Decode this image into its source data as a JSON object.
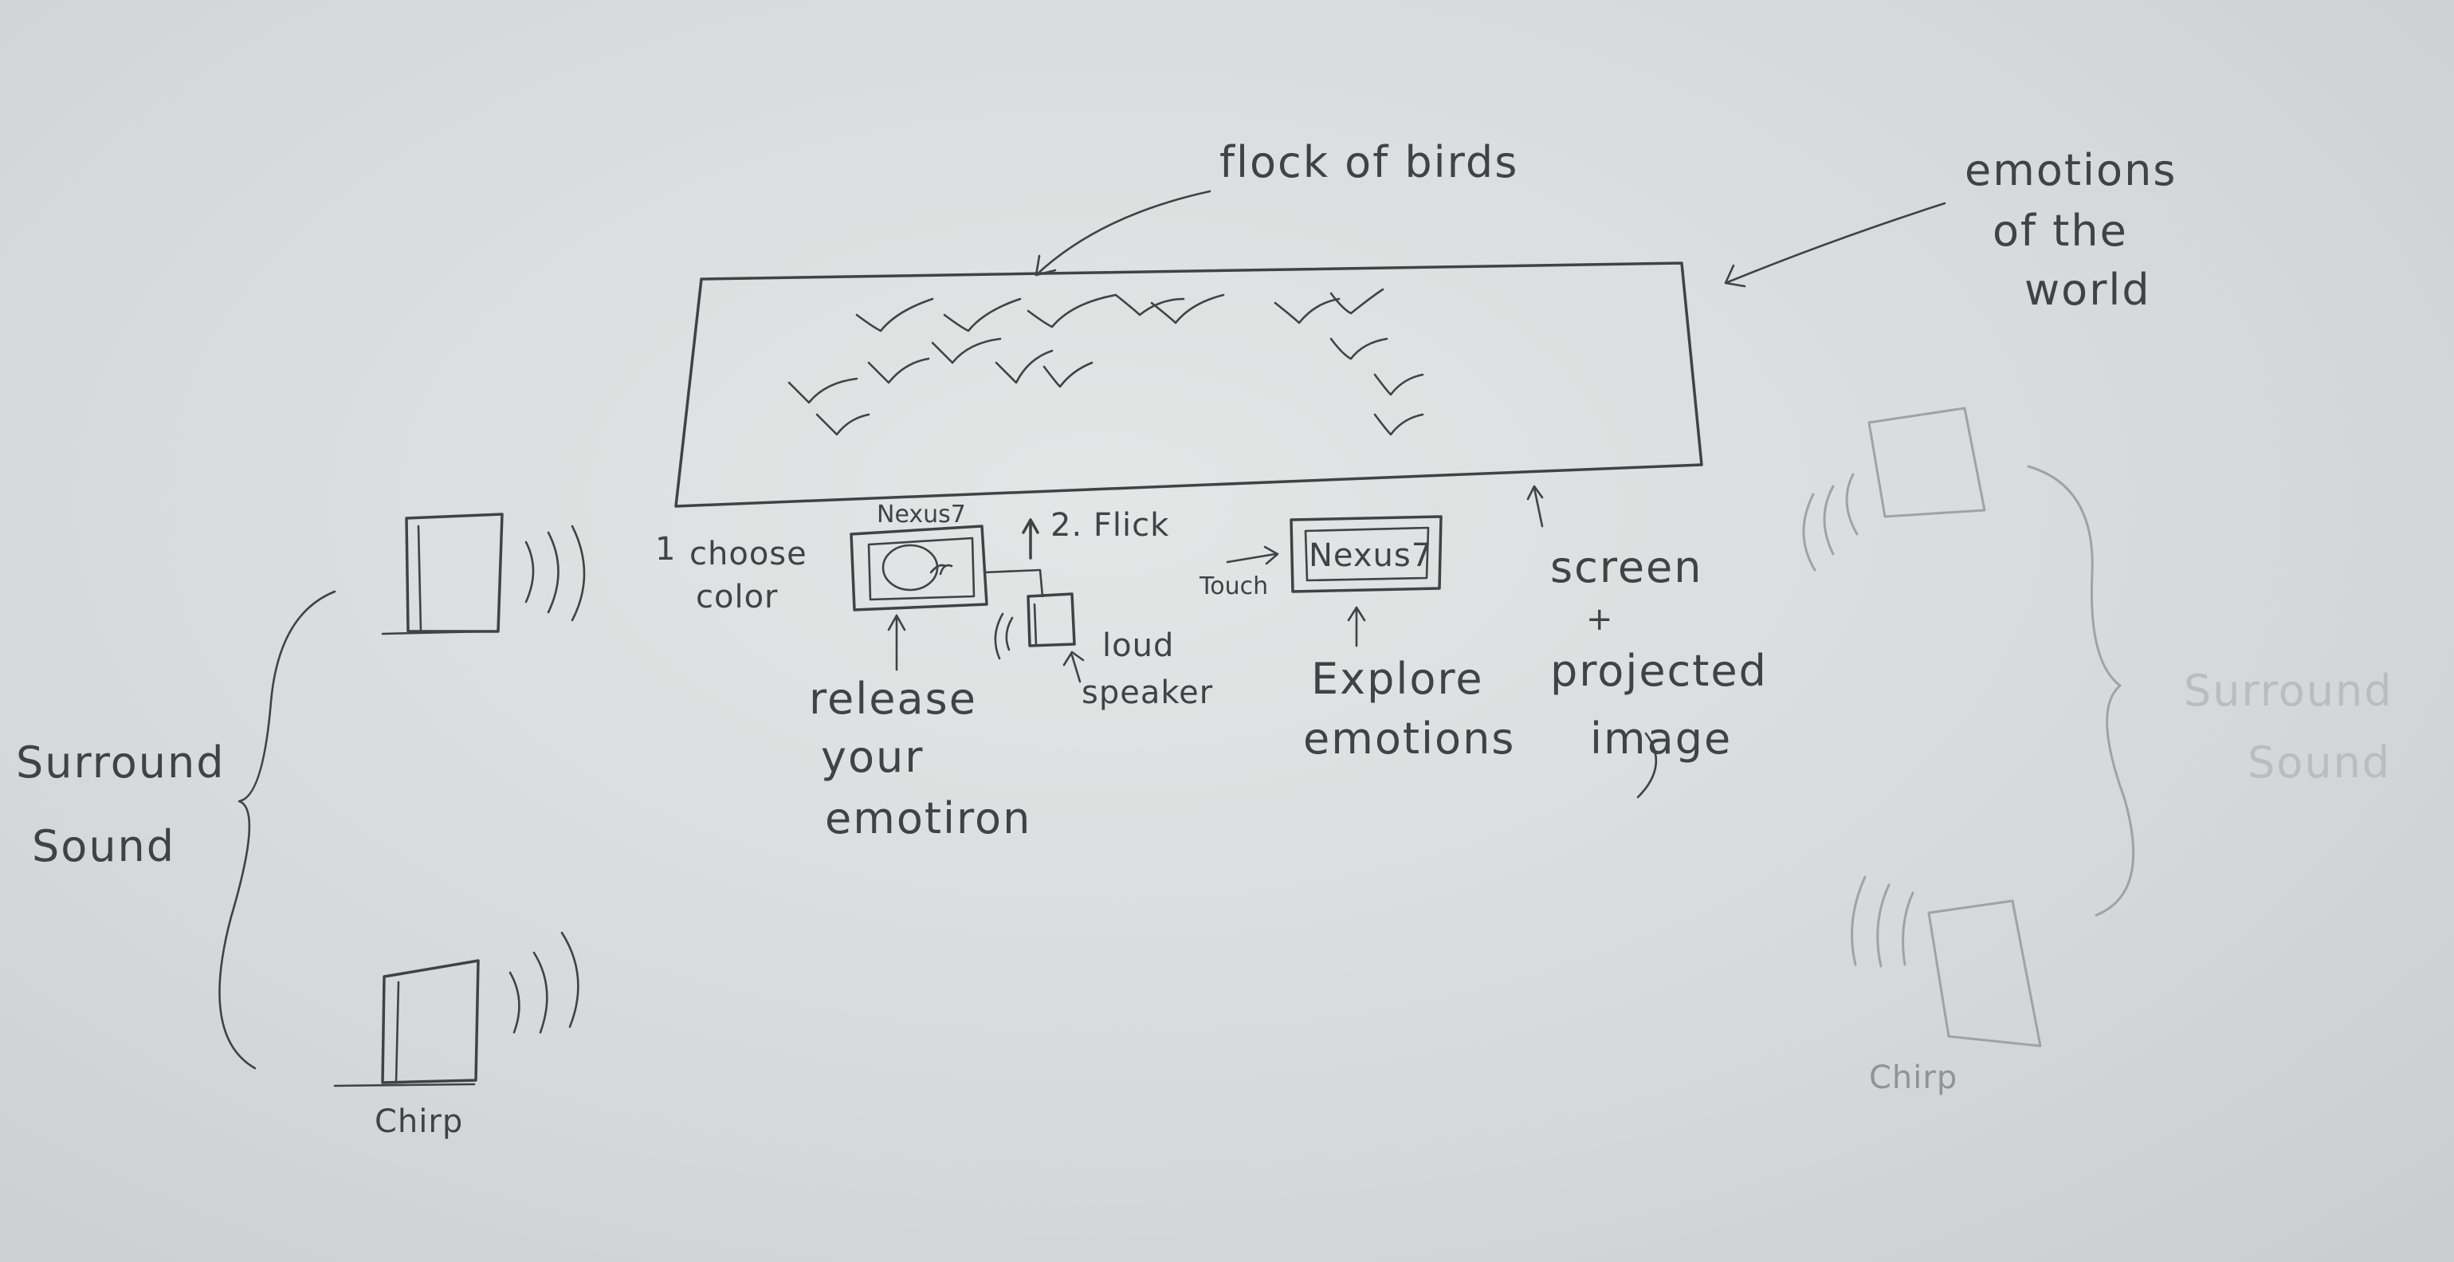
{
  "labels": {
    "flock_of_birds": "flock of birds",
    "emotions_of_the_world": [
      "emotions",
      "of the",
      "world"
    ],
    "step1_number": "1",
    "choose_color": [
      "choose",
      "color"
    ],
    "nexus7_small": "Nexus7",
    "step2_flick": "2. Flick",
    "touch": "Touch",
    "nexus7_large": "Nexus7",
    "release_your_emotiron": [
      "release",
      "your",
      "emotiron"
    ],
    "loud_speaker": [
      "loud",
      "speaker"
    ],
    "explore_emotions": [
      "Explore",
      "emotions"
    ],
    "screen_projected_image": [
      "screen",
      "+",
      "projected",
      "image"
    ],
    "surround_sound_left": [
      "Surround",
      "Sound"
    ],
    "surround_sound_right": [
      "Surround",
      "Sound"
    ],
    "chirp_left": "Chirp",
    "chirp_right": "Chirp"
  },
  "colors": {
    "ink": "#3f4343",
    "faint_ink": "#9ea3a3",
    "paper": "#d9dcdc"
  }
}
